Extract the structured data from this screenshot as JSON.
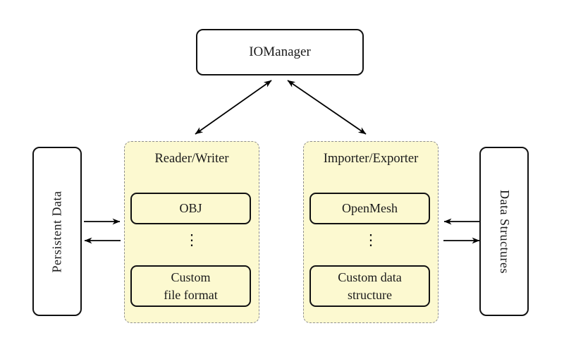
{
  "diagram": {
    "io_manager": {
      "label": "IOManager"
    },
    "panels": {
      "reader_writer": {
        "title": "Reader/Writer",
        "items": [
          "OBJ",
          "⋮",
          "Custom\nfile format"
        ]
      },
      "importer_exporter": {
        "title": "Importer/Exporter",
        "items": [
          "OpenMesh",
          "⋮",
          "Custom data\nstructure"
        ]
      }
    },
    "side_nodes": {
      "persistent_data": {
        "label": "Persistent Data"
      },
      "data_structures": {
        "label": "Data Structures"
      }
    },
    "colors": {
      "panel_fill": "#fcf9d0",
      "panel_border": "#8f8f8f",
      "node_border": "#111111",
      "node_fill": "#ffffff",
      "arrow": "#000000",
      "background": "#ffffff"
    }
  }
}
